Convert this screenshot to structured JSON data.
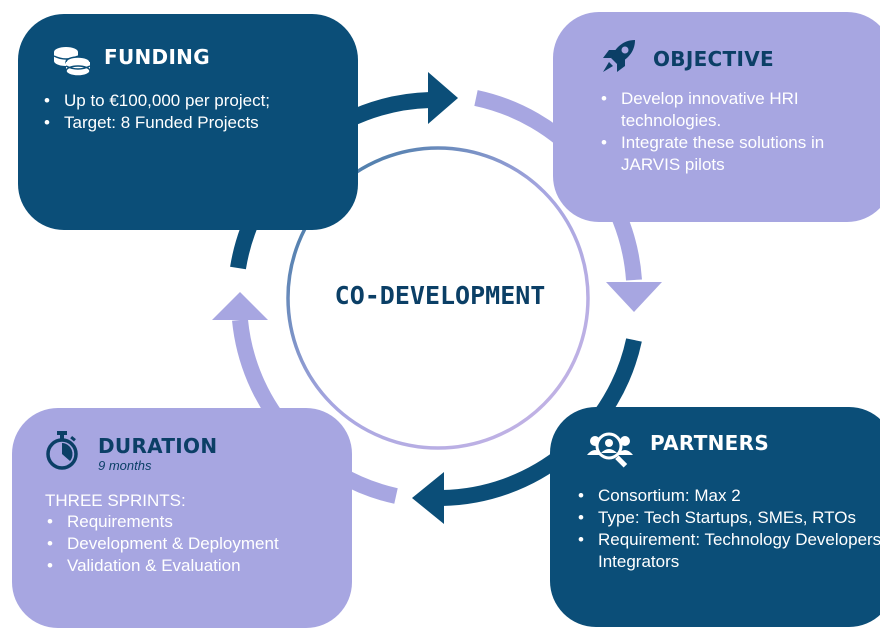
{
  "center": {
    "label": "CO-DEVELOPMENT"
  },
  "funding": {
    "title": "FUNDING",
    "icon": "coins-icon",
    "items": [
      "Up to €100,000 per project;",
      "Target: 8 Funded Projects"
    ]
  },
  "objective": {
    "title": "OBJECTIVE",
    "icon": "rocket-icon",
    "items": [
      "Develop innovative HRI technologies.",
      "Integrate these solutions in JARVIS pilots"
    ]
  },
  "duration": {
    "title": "DURATION",
    "subtitle": "9 months",
    "icon": "stopwatch-icon",
    "sprints_label": "THREE SPRINTS:",
    "items": [
      "Requirements",
      "Development & Deployment",
      "Validation & Evaluation"
    ]
  },
  "partners": {
    "title": "PARTNERS",
    "icon": "people-search-icon",
    "items": [
      "Consortium: Max 2",
      "Type: Tech Startups, SMEs, RTOs",
      "Requirement: Technology Developers / Integrators"
    ]
  },
  "colors": {
    "dark_blue": "#0b4e78",
    "lavender": "#a7a6e1",
    "title_dark": "#0b3f66"
  }
}
